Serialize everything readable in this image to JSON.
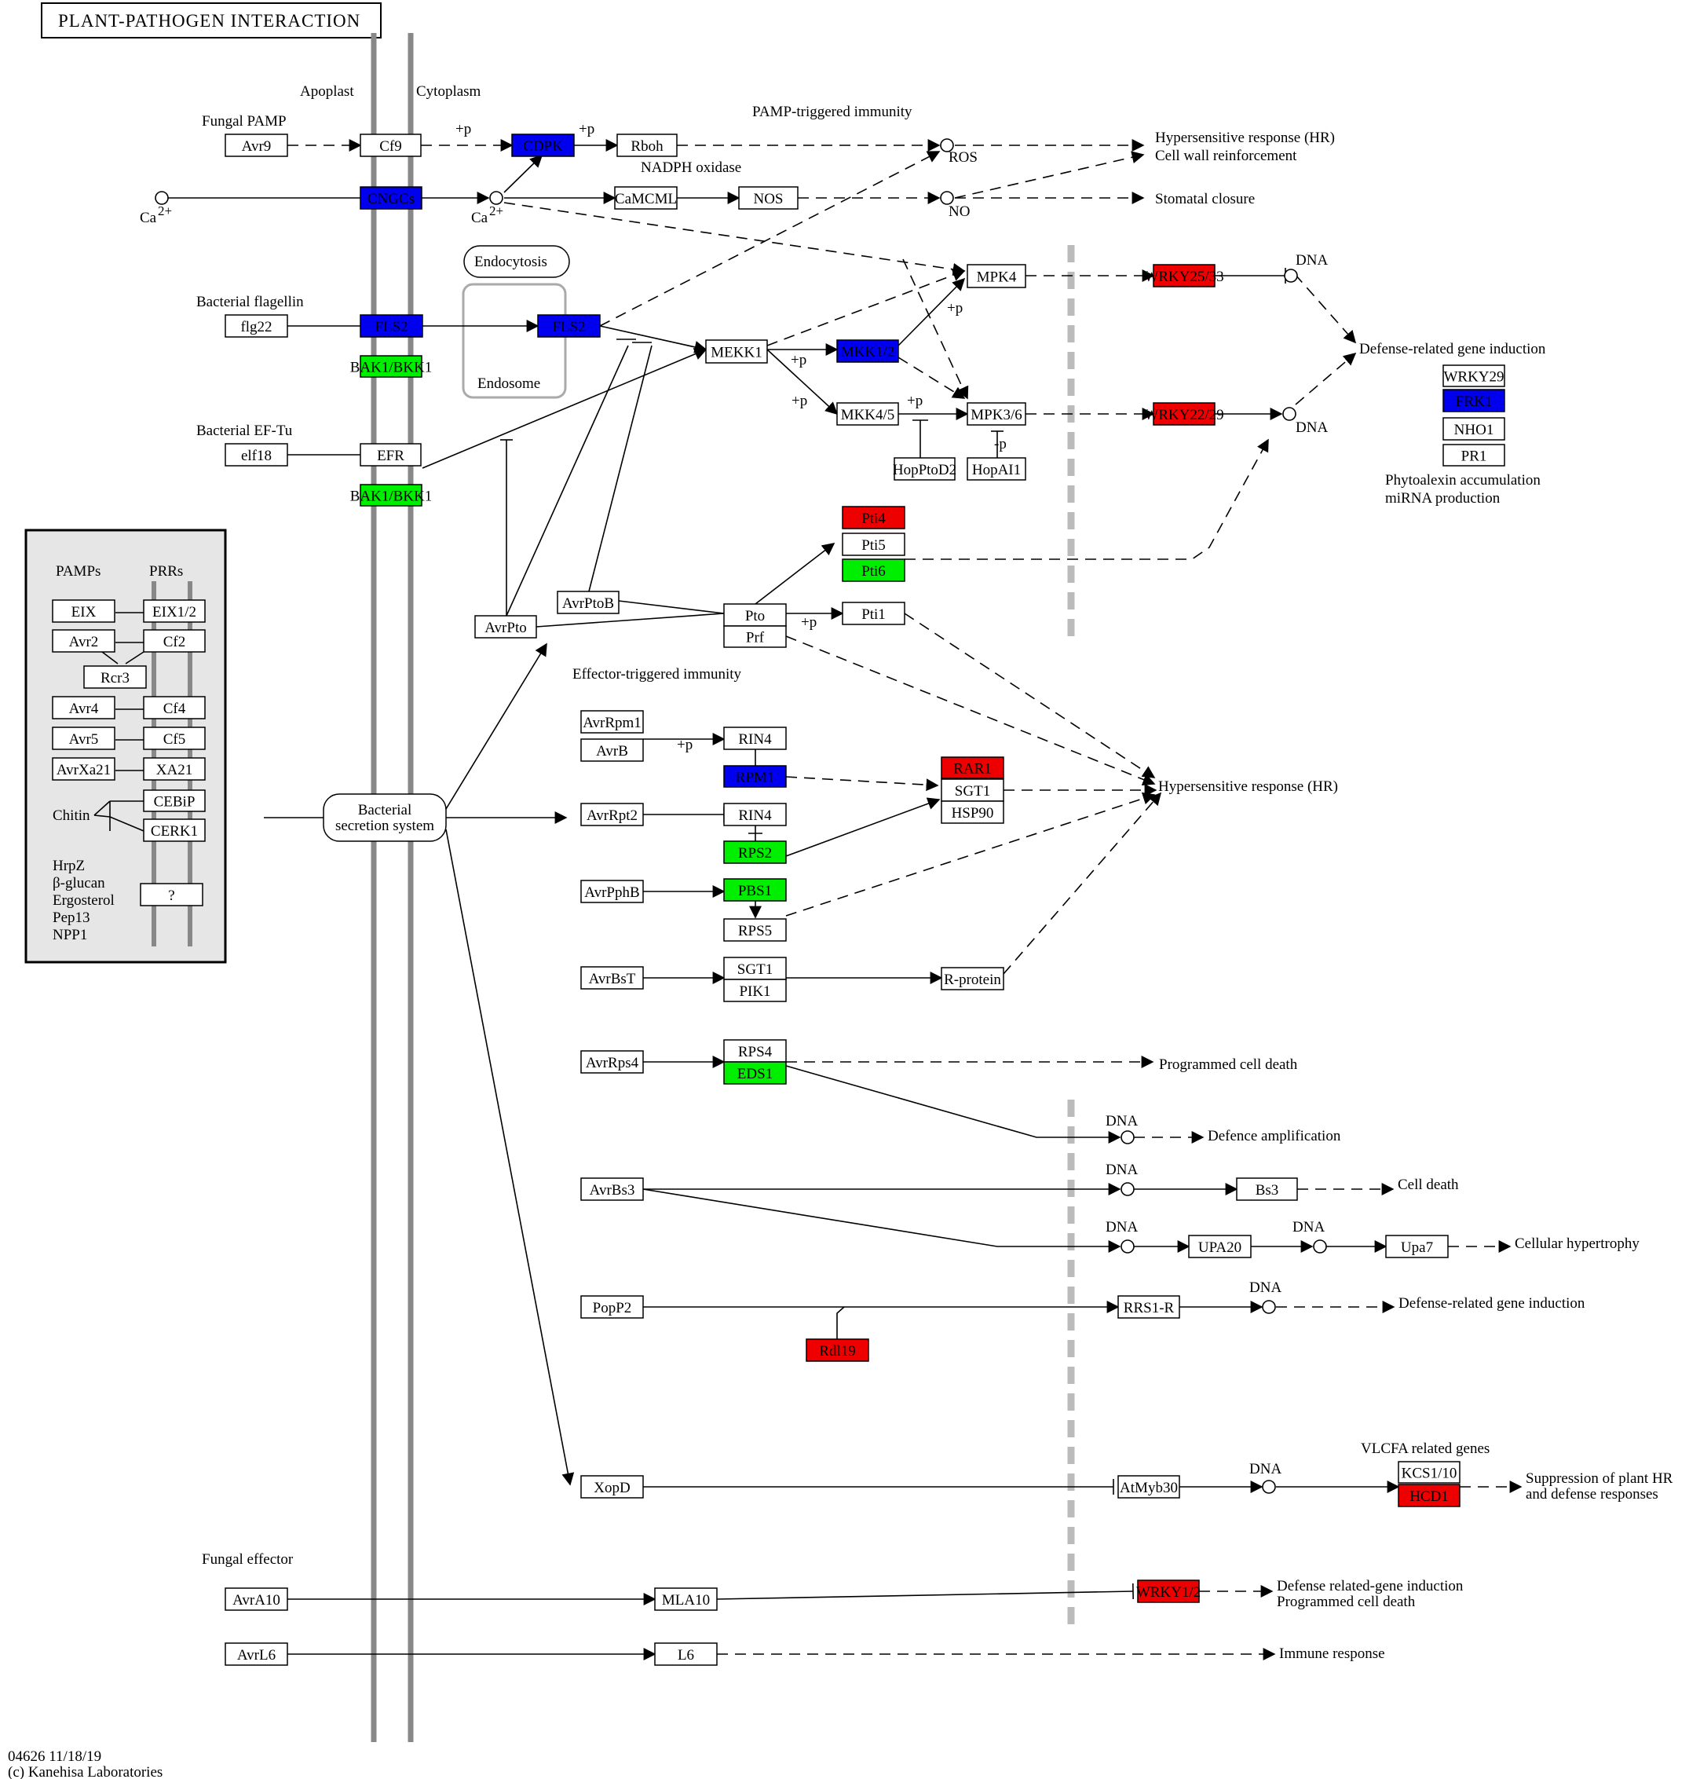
{
  "title": "PLANT-PATHOGEN INTERACTION",
  "colors": {
    "blue": "#0000ee",
    "red": "#ee0000",
    "green": "#00ee00",
    "white": "#ffffff",
    "legend_bg": "#e6e6e6",
    "membrane": "#888888"
  },
  "compartments": {
    "apoplast": "Apoplast",
    "cytoplasm": "Cytoplasm"
  },
  "footer": {
    "map_id": "04626 11/18/19",
    "copyright": "(c) Kanehisa Laboratories"
  },
  "legend": {
    "pamps_header": "PAMPs",
    "prrs_header": "PRRs",
    "chitin": "Chitin",
    "others": [
      "HrpZ",
      "β-glucan",
      "Ergosterol",
      "Pep13",
      "NPP1"
    ]
  },
  "labels": {
    "fungal_pamp": "Fungal PAMP",
    "bacterial_flagellin": "Bacterial flagellin",
    "bacterial_ef_tu": "Bacterial EF-Tu",
    "fungal_effector": "Fungal effector",
    "pamp_triggered": "PAMP-triggered immunity",
    "effector_triggered": "Effector-triggered immunity",
    "nadph_oxidase": "NADPH oxidase",
    "endocytosis": "Endocytosis",
    "endosome": "Endosome",
    "bacterial_secretion": [
      "Bacterial",
      "secretion system"
    ],
    "ca_left": "Ca",
    "ca_right": "Ca",
    "ca_charge": "2+",
    "ros": "ROS",
    "no": "NO",
    "dna": "DNA",
    "plus_p": "+p",
    "minus_p": "-p",
    "vlcfa": "VLCFA related genes"
  },
  "outcomes": {
    "hr": "Hypersensitive response (HR)",
    "cell_wall": "Cell wall reinforcement",
    "stomatal": "Stomatal closure",
    "defense_gene": "Defense-related gene induction",
    "phytoalexin": "Phytoalexin accumulation",
    "mirna": "miRNA production",
    "hr2": "Hypersensitive response (HR)",
    "pcd": "Programmed cell death",
    "defence_amp": "Defence amplification",
    "cell_death": "Cell death",
    "cell_hyper": "Cellular hypertrophy",
    "defense_gene2": "Defense-related gene induction",
    "suppression_1": "Suppression of plant HR",
    "suppression_2": "and defense responses",
    "defense_gene3": "Defense related-gene induction",
    "pcd2": "Programmed cell death",
    "immune": "Immune response"
  }
}
